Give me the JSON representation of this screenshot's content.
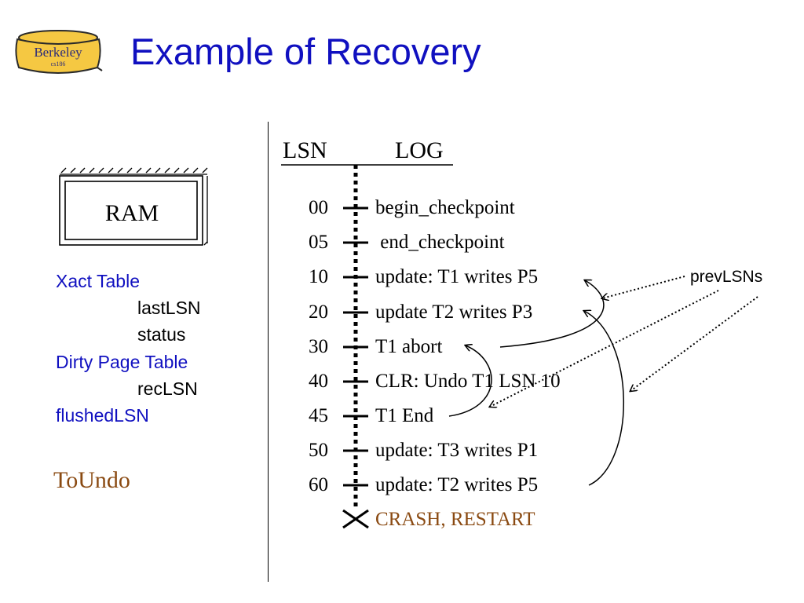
{
  "slide": {
    "title": "Example of Recovery",
    "title_color": "#1010c0",
    "logo": {
      "line1": "Berkeley",
      "line2": "cs186",
      "fill": "#f5c842",
      "text_color": "#2b2b7a"
    }
  },
  "ram": {
    "label": "RAM"
  },
  "side_panel": {
    "xact_table": {
      "title": "Xact Table",
      "fields": [
        "lastLSN",
        "status"
      ]
    },
    "dirty_page_table": {
      "title": "Dirty Page Table",
      "fields": [
        "recLSN"
      ]
    },
    "flushed_lsn": "flushedLSN",
    "to_undo": "ToUndo",
    "accent_color": "#1010c0",
    "to_undo_color": "#8a4a12"
  },
  "log": {
    "lsn_header": "LSN",
    "log_header": "LOG",
    "entries": [
      {
        "lsn": "00",
        "text": "begin_checkpoint"
      },
      {
        "lsn": "05",
        "text": " end_checkpoint"
      },
      {
        "lsn": "10",
        "text": "update: T1 writes P5"
      },
      {
        "lsn": "20",
        "text": "update T2 writes P3"
      },
      {
        "lsn": "30",
        "text": "T1 abort"
      },
      {
        "lsn": "40",
        "text": "CLR: Undo T1 LSN 10"
      },
      {
        "lsn": "45",
        "text": "T1 End"
      },
      {
        "lsn": "50",
        "text": "update: T3 writes P1"
      },
      {
        "lsn": "60",
        "text": "update: T2 writes P5"
      }
    ],
    "crash": {
      "text": "CRASH, RESTART",
      "color": "#8a4a12"
    }
  },
  "annotation": {
    "label": "prevLSNs"
  }
}
